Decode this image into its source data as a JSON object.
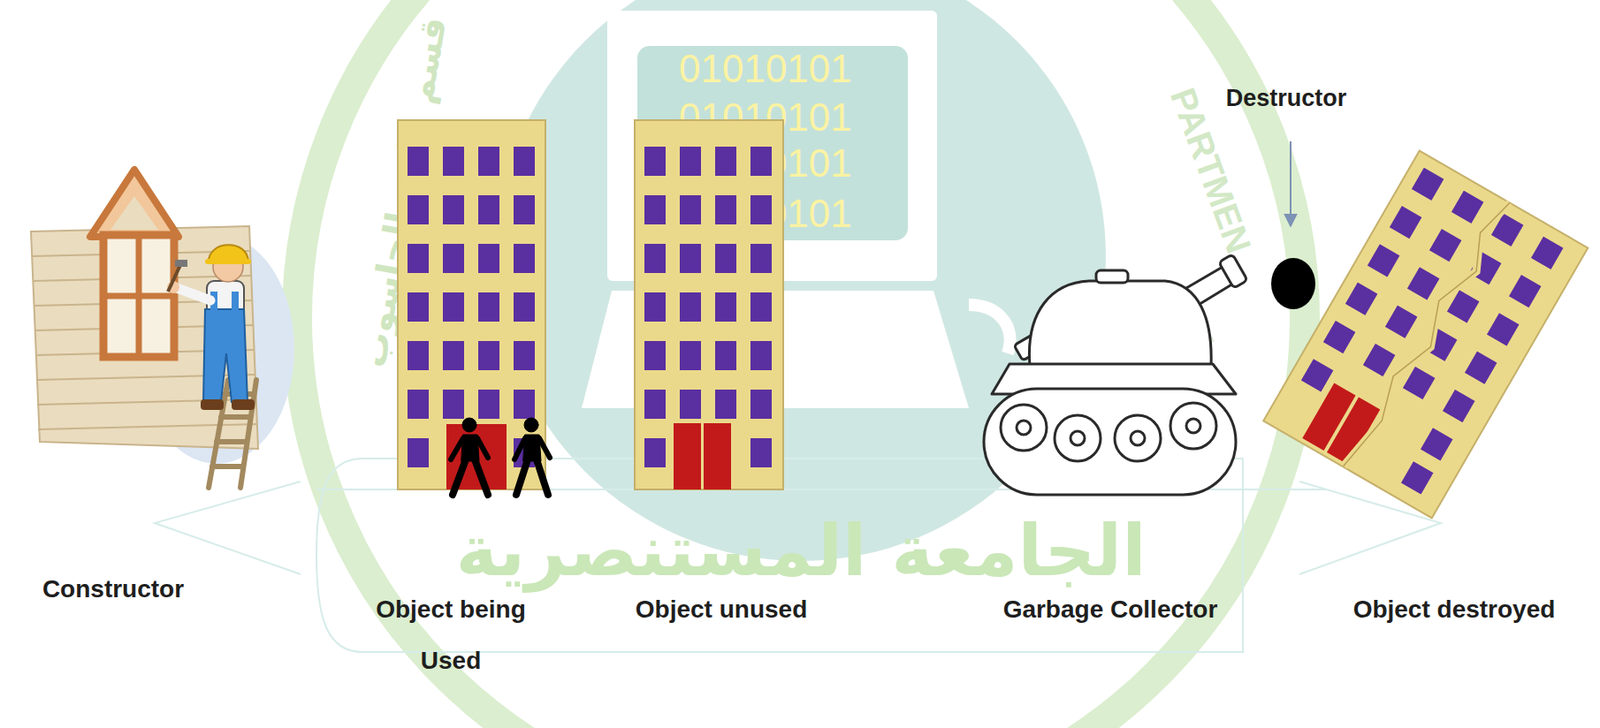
{
  "diagram": {
    "nodes": [
      {
        "text": [
          "Constructor"
        ]
      },
      {
        "text": [
          "Object being Used"
        ]
      },
      {
        "text": [
          "Object unused"
        ]
      },
      {
        "text": [
          "Garbage Collector"
        ]
      },
      {
        "text": [
          "Object destroyed"
        ]
      }
    ],
    "labels": [
      "Destructor",
      "01010101",
      "01010101",
      "01010101",
      "01010101",
      "الجامعة المستنصرية",
      "قسم علوم الحاسوب",
      "PARTMEN",
      "*"
    ]
  }
}
